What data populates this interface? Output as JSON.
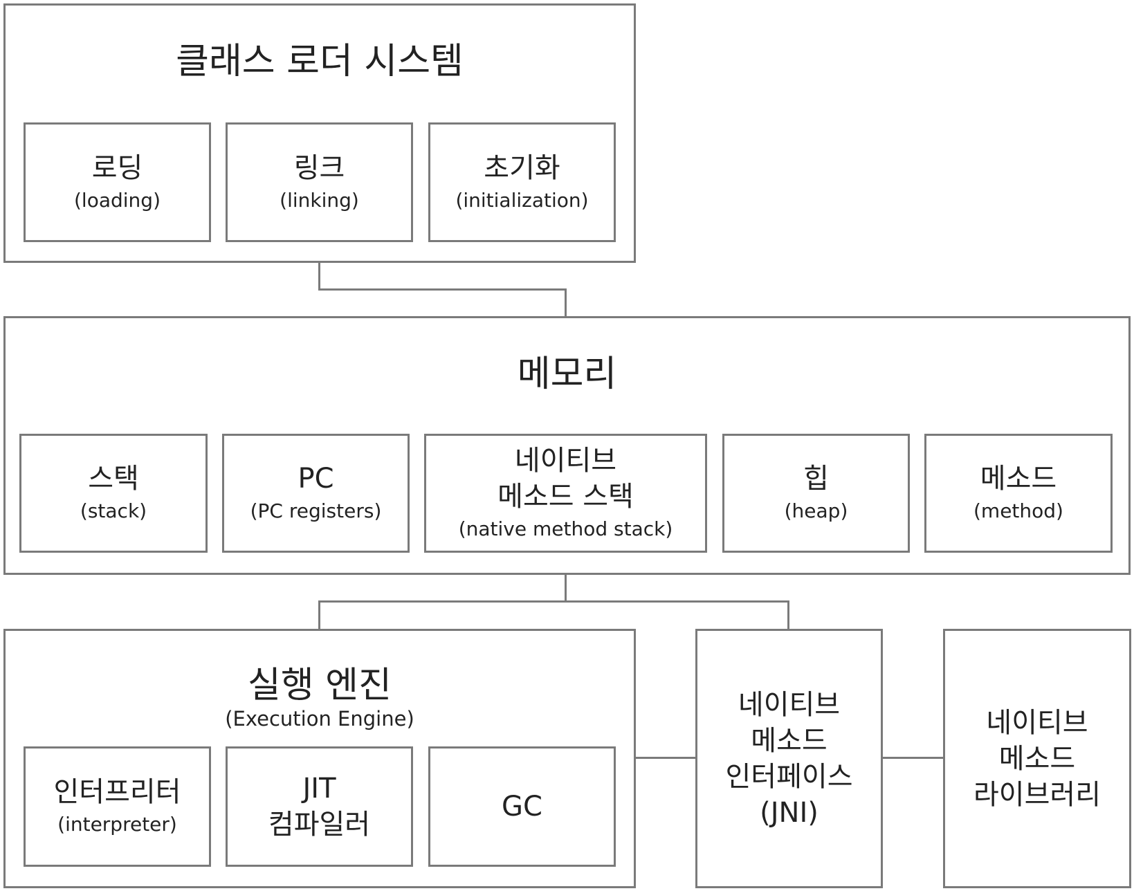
{
  "class_loader": {
    "title": "클래스 로더 시스템",
    "items": [
      {
        "ko": "로딩",
        "en": "(loading)"
      },
      {
        "ko": "링크",
        "en": "(linking)"
      },
      {
        "ko": "초기화",
        "en": "(initialization)"
      }
    ]
  },
  "memory": {
    "title": "메모리",
    "items": [
      {
        "ko": "스택",
        "en": "(stack)"
      },
      {
        "ko": "PC",
        "en": "(PC registers)"
      },
      {
        "ko": "네이티브\n메소드 스택",
        "en": "(native method stack)"
      },
      {
        "ko": "힙",
        "en": "(heap)"
      },
      {
        "ko": "메소드",
        "en": "(method)"
      }
    ]
  },
  "execution_engine": {
    "title": "실행 엔진",
    "subtitle": "(Execution Engine)",
    "items": [
      {
        "ko": "인터프리터",
        "en": "(interpreter)"
      },
      {
        "ko": "JIT\n컴파일러"
      },
      {
        "ko": "GC"
      }
    ]
  },
  "jni": {
    "label": "네이티브\n메소드\n인터페이스\n(JNI)"
  },
  "native_library": {
    "label": "네이티브\n메소드\n라이브러리"
  }
}
